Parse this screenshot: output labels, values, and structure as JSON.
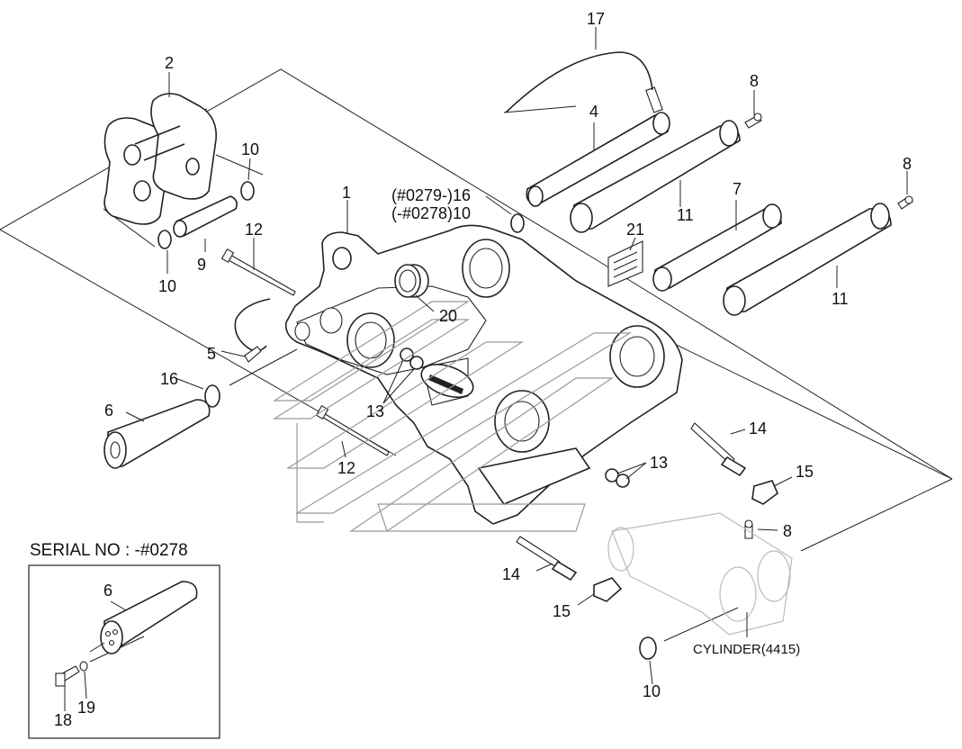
{
  "labels": {
    "n1": "1",
    "n2": "2",
    "n4": "4",
    "n5": "5",
    "n6": "6",
    "n6b": "6",
    "n7": "7",
    "n8a": "8",
    "n8b": "8",
    "n8c": "8",
    "n9": "9",
    "n10a": "10",
    "n10b": "10",
    "n10c": "10",
    "n11a": "11",
    "n11b": "11",
    "n12a": "12",
    "n12b": "12",
    "n13a": "13",
    "n13b": "13",
    "n14a": "14",
    "n14b": "14",
    "n15a": "15",
    "n15b": "15",
    "n16": "16",
    "n17": "17",
    "n18": "18",
    "n19": "19",
    "n20": "20",
    "n21": "21",
    "serial16": "(#0279-)16",
    "serial10": "(-#0278)10",
    "cylinder": "CYLINDER(4415)",
    "serial_title": "SERIAL NO : -#0278"
  }
}
